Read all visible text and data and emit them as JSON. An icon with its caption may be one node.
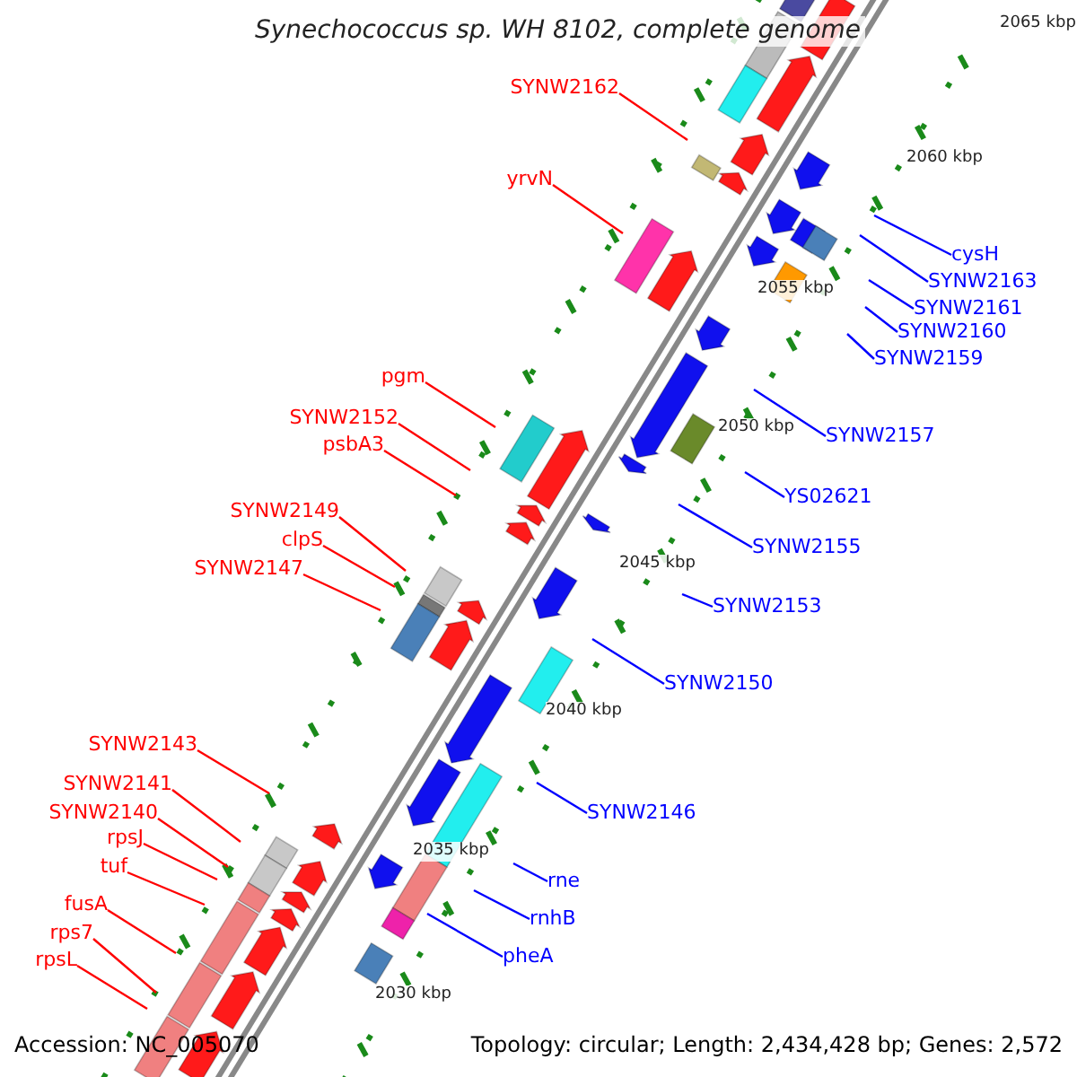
{
  "diagram": {
    "title": "Synechococcus sp. WH 8102, complete genome",
    "nodes": [
      {
        "text": [
          "SYNW2162"
        ]
      },
      {
        "text": [
          "yrvN"
        ]
      },
      {
        "text": [
          "pgm"
        ]
      },
      {
        "text": [
          "SYNW2152"
        ]
      },
      {
        "text": [
          "psbA3"
        ]
      },
      {
        "text": [
          "SYNW2149"
        ]
      },
      {
        "text": [
          "clpS"
        ]
      },
      {
        "text": [
          "SYNW2147"
        ]
      },
      {
        "text": [
          "SYNW2143"
        ]
      },
      {
        "text": [
          "SYNW2141"
        ]
      },
      {
        "text": [
          "SYNW2140"
        ]
      },
      {
        "text": [
          "rpsJ"
        ]
      },
      {
        "text": [
          "tuf"
        ]
      },
      {
        "text": [
          "fusA"
        ]
      },
      {
        "text": [
          "rps7"
        ]
      },
      {
        "text": [
          "rpsL"
        ]
      },
      {
        "text": [
          "cysH"
        ]
      },
      {
        "text": [
          "SYNW2163"
        ]
      },
      {
        "text": [
          "SYNW2161"
        ]
      },
      {
        "text": [
          "SYNW2160"
        ]
      },
      {
        "text": [
          "SYNW2159"
        ]
      },
      {
        "text": [
          "SYNW2157"
        ]
      },
      {
        "text": [
          "YS02621"
        ]
      },
      {
        "text": [
          "SYNW2155"
        ]
      },
      {
        "text": [
          "SYNW2153"
        ]
      },
      {
        "text": [
          "SYNW2150"
        ]
      },
      {
        "text": [
          "SYNW2146"
        ]
      },
      {
        "text": [
          "rne"
        ]
      },
      {
        "text": [
          "rnhB"
        ]
      },
      {
        "text": [
          "pheA"
        ]
      }
    ],
    "edges": [
      {
        "from": 0,
        "to": null,
        "arrow": "none"
      },
      {
        "from": 1,
        "to": null,
        "arrow": "none"
      },
      {
        "from": 2,
        "to": null,
        "arrow": "none"
      },
      {
        "from": 3,
        "to": null,
        "arrow": "none"
      },
      {
        "from": 4,
        "to": null,
        "arrow": "none"
      },
      {
        "from": 5,
        "to": null,
        "arrow": "none"
      },
      {
        "from": 6,
        "to": null,
        "arrow": "none"
      },
      {
        "from": 7,
        "to": null,
        "arrow": "none"
      },
      {
        "from": 8,
        "to": null,
        "arrow": "none"
      },
      {
        "from": 9,
        "to": null,
        "arrow": "none"
      },
      {
        "from": 10,
        "to": null,
        "arrow": "none"
      },
      {
        "from": 11,
        "to": null,
        "arrow": "none"
      },
      {
        "from": 12,
        "to": null,
        "arrow": "none"
      },
      {
        "from": 13,
        "to": null,
        "arrow": "none"
      },
      {
        "from": 14,
        "to": null,
        "arrow": "none"
      },
      {
        "from": 15,
        "to": null,
        "arrow": "none"
      },
      {
        "from": 16,
        "to": null,
        "arrow": "none",
        "color": "#0000ff"
      },
      {
        "from": 17,
        "to": null,
        "arrow": "none",
        "color": "#0000ff"
      },
      {
        "from": 18,
        "to": null,
        "arrow": "none",
        "color": "#0000ff"
      },
      {
        "from": 19,
        "to": null,
        "arrow": "none",
        "color": "#0000ff"
      },
      {
        "from": 20,
        "to": null,
        "arrow": "none",
        "color": "#0000ff"
      },
      {
        "from": 21,
        "to": null,
        "arrow": "none",
        "color": "#0000ff"
      },
      {
        "from": 22,
        "to": null,
        "arrow": "none",
        "color": "#0000ff"
      },
      {
        "from": 23,
        "to": null,
        "arrow": "none",
        "color": "#0000ff"
      },
      {
        "from": 24,
        "to": null,
        "arrow": "none",
        "color": "#0000ff"
      },
      {
        "from": 25,
        "to": null,
        "arrow": "none",
        "color": "#0000ff"
      },
      {
        "from": 26,
        "to": null,
        "arrow": "none",
        "color": "#0000ff"
      },
      {
        "from": 27,
        "to": null,
        "arrow": "none",
        "color": "#0000ff"
      },
      {
        "from": 28,
        "to": null,
        "arrow": "none",
        "color": "#0000ff"
      },
      {
        "from": 29,
        "to": null,
        "arrow": "none",
        "color": "#0000ff"
      }
    ],
    "labels": [
      "2065 kbp",
      "2060 kbp",
      "2055 kbp",
      "2050 kbp",
      "2045 kbp",
      "2040 kbp",
      "2035 kbp",
      "2030 kbp",
      "Accession: NC_005070",
      "Topology: circular; Length: 2,434,428 bp; Genes: 2,572"
    ]
  }
}
